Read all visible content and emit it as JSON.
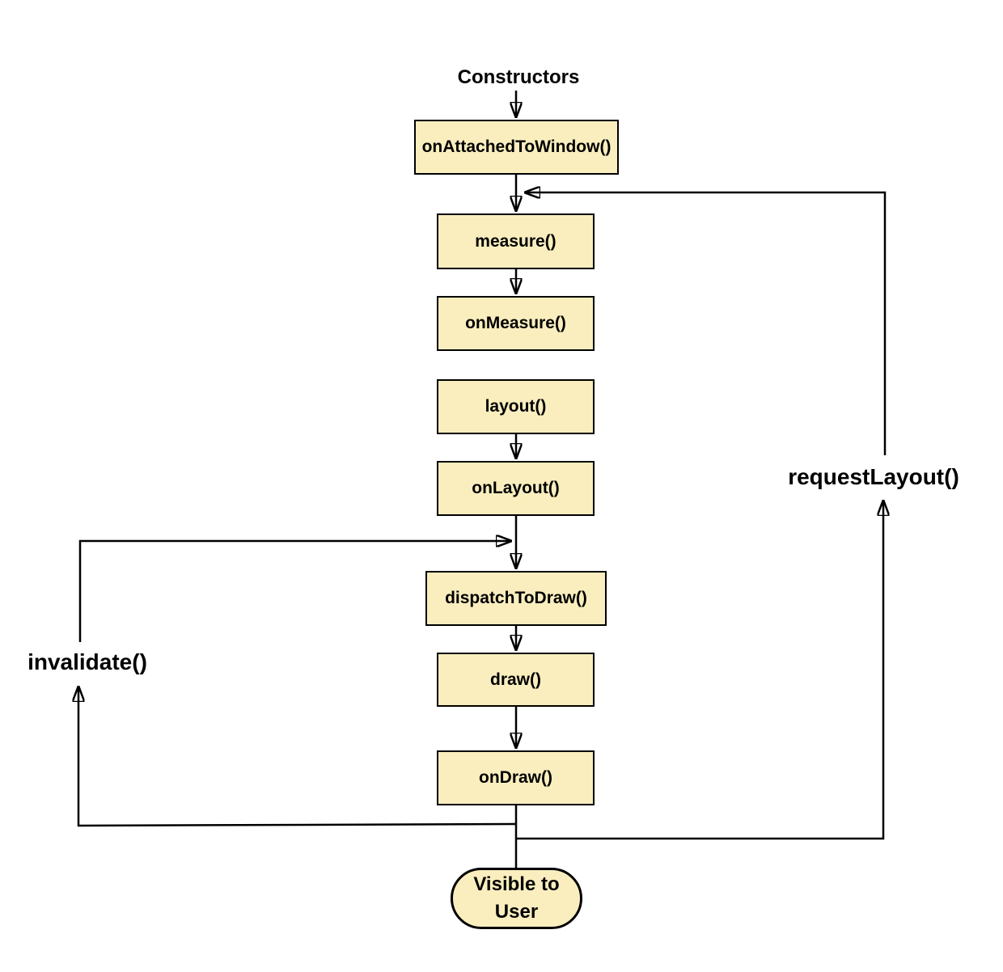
{
  "diagram": {
    "title": "Constructors",
    "nodes": [
      {
        "label": "onAttachedToWindow()"
      },
      {
        "label": "measure()"
      },
      {
        "label": "onMeasure()"
      },
      {
        "label": "layout()"
      },
      {
        "label": "onLayout()"
      },
      {
        "label": "dispatchToDraw()"
      },
      {
        "label": "draw()"
      },
      {
        "label": "onDraw()"
      }
    ],
    "terminal": {
      "label": "Visible to\nUser"
    },
    "loop_labels": {
      "invalidate": "invalidate()",
      "request_layout": "requestLayout()"
    },
    "colors": {
      "node_fill": "#FAEEBE",
      "node_border": "#000000",
      "line": "#000000",
      "background": "#FFFFFF"
    }
  }
}
